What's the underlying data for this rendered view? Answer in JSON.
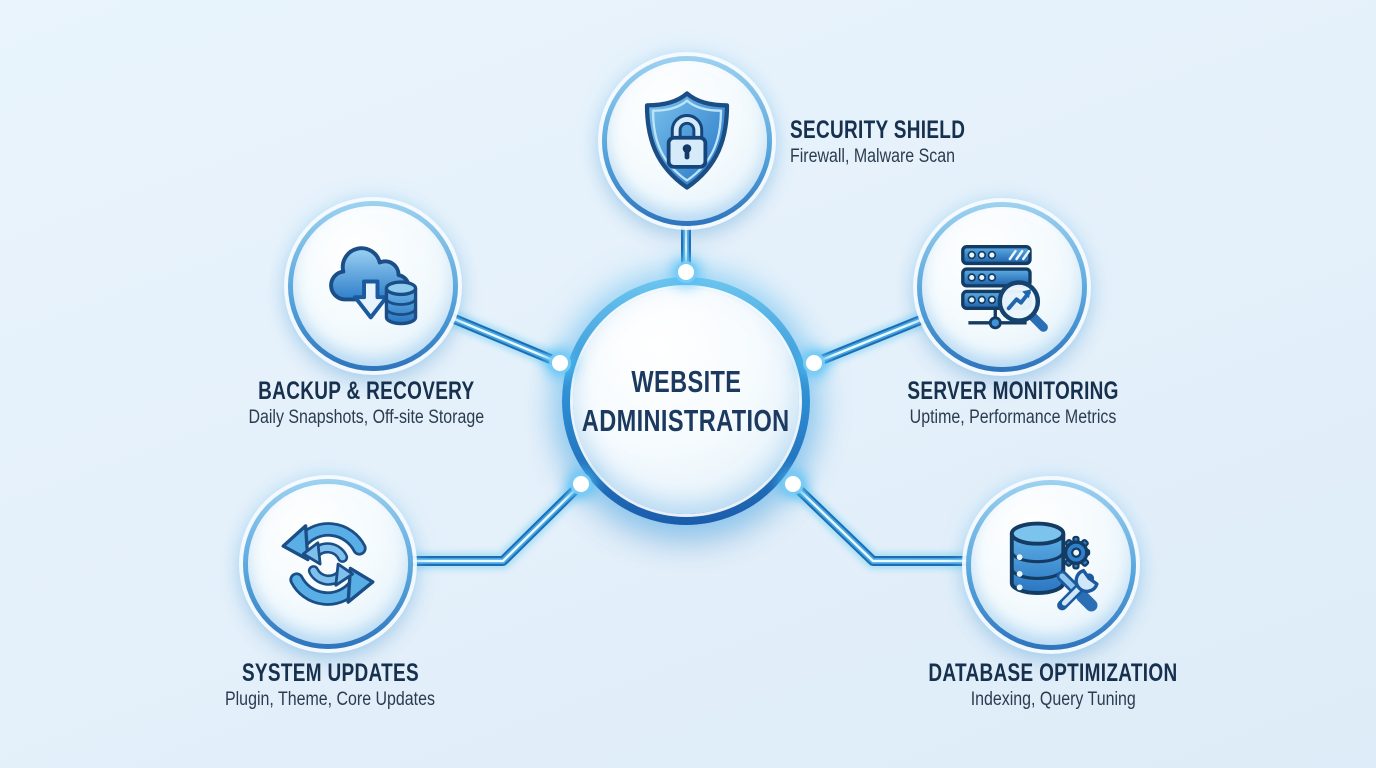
{
  "diagram": {
    "type": "hub-and-spoke mind map",
    "topic": "Website Administration"
  },
  "colors": {
    "background": "#e6f1fa",
    "ring_cyan": "#6cc6ef",
    "ring_blue": "#2e8fd4",
    "deep_blue": "#1a5cab",
    "glow": "#8fd6f6",
    "connector_core": "#eafaff",
    "title_text": "#16304e",
    "subtitle_text": "#2b3c50",
    "center_text": "#1c3a60"
  },
  "center": {
    "line1": "WEBSITE",
    "line2": "ADMINISTRATION"
  },
  "nodes": [
    {
      "id": "security-shield",
      "title": "SECURITY SHIELD",
      "subtitle": "Firewall, Malware Scan",
      "icon": "shield-lock-icon"
    },
    {
      "id": "backup-recovery",
      "title": "BACKUP & RECOVERY",
      "subtitle": "Daily Snapshots, Off-site Storage",
      "icon": "cloud-download-database-icon"
    },
    {
      "id": "server-monitoring",
      "title": "SERVER MONITORING",
      "subtitle": "Uptime, Performance Metrics",
      "icon": "server-magnifier-icon"
    },
    {
      "id": "system-updates",
      "title": "SYSTEM UPDATES",
      "subtitle": "Plugin, Theme, Core Updates",
      "icon": "sync-arrows-icon"
    },
    {
      "id": "database-optimization",
      "title": "DATABASE OPTIMIZATION",
      "subtitle": "Indexing, Query Tuning",
      "icon": "database-tools-icon"
    }
  ]
}
